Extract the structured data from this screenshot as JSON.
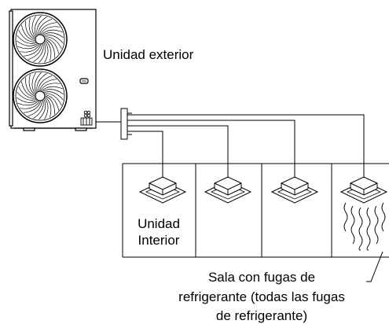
{
  "labels": {
    "outdoor_unit": "Unidad exterior",
    "indoor_unit_line1": "Unidad",
    "indoor_unit_line2": "Interior",
    "leak_room_line1": "Sala con fugas de",
    "leak_room_line2": "refrigerante (todas las fugas",
    "leak_room_line3": "de refrigerante)"
  },
  "rooms": [
    {
      "name": "room-1"
    },
    {
      "name": "room-2"
    },
    {
      "name": "room-3"
    },
    {
      "name": "room-4",
      "leaking": true
    }
  ],
  "colors": {
    "line": "#000000",
    "background": "#ffffff"
  }
}
